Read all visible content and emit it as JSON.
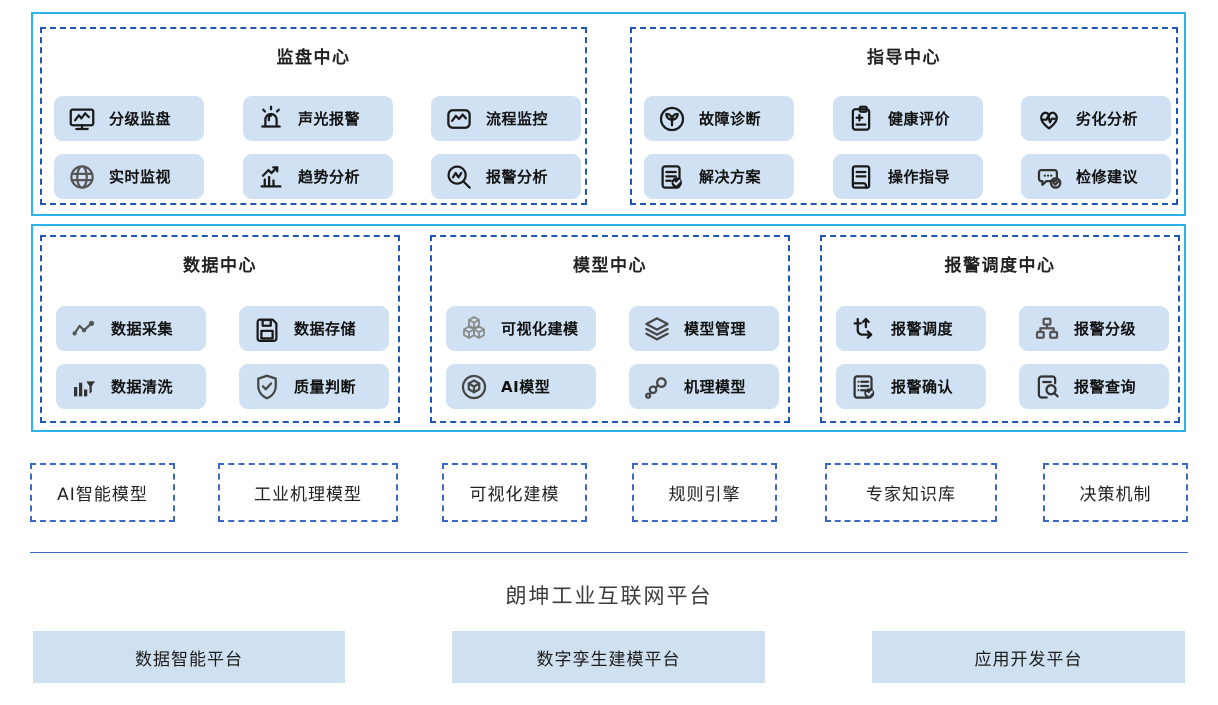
{
  "colors": {
    "container_border": "#2ab5e6",
    "dashed_border": "#1f57b5",
    "chip_bg": "#cfe1f2",
    "bar_bg": "#cfe0f0",
    "separator_line": "#3f6dc9"
  },
  "sections": {
    "monitoring": {
      "title": "监盘中心",
      "items": [
        {
          "label": "分级监盘",
          "icon": "monitor-chart-icon"
        },
        {
          "label": "声光报警",
          "icon": "siren-icon"
        },
        {
          "label": "流程监控",
          "icon": "process-chart-icon"
        },
        {
          "label": "实时监视",
          "icon": "globe-icon"
        },
        {
          "label": "趋势分析",
          "icon": "trend-chart-icon"
        },
        {
          "label": "报警分析",
          "icon": "magnifier-wave-icon"
        }
      ]
    },
    "guidance": {
      "title": "指导中心",
      "items": [
        {
          "label": "故障诊断",
          "icon": "seedling-circle-icon"
        },
        {
          "label": "健康评价",
          "icon": "clipboard-plus-icon"
        },
        {
          "label": "劣化分析",
          "icon": "heart-pulse-icon"
        },
        {
          "label": "解决方案",
          "icon": "document-check-icon"
        },
        {
          "label": "操作指导",
          "icon": "manual-book-icon"
        },
        {
          "label": "检修建议",
          "icon": "chat-check-icon"
        }
      ]
    },
    "data": {
      "title": "数据中心",
      "items": [
        {
          "label": "数据采集",
          "icon": "signal-wave-icon"
        },
        {
          "label": "数据存储",
          "icon": "floppy-disk-icon"
        },
        {
          "label": "数据清洗",
          "icon": "bars-funnel-icon"
        },
        {
          "label": "质量判断",
          "icon": "shield-check-icon"
        }
      ]
    },
    "model": {
      "title": "模型中心",
      "items": [
        {
          "label": "可视化建模",
          "icon": "cubes-icon"
        },
        {
          "label": "模型管理",
          "icon": "layers-icon"
        },
        {
          "label": "AI模型",
          "icon": "cube-circle-icon"
        },
        {
          "label": "机理模型",
          "icon": "molecule-icon"
        }
      ]
    },
    "alarm": {
      "title": "报警调度中心",
      "items": [
        {
          "label": "报警调度",
          "icon": "route-arrows-icon"
        },
        {
          "label": "报警分级",
          "icon": "hierarchy-icon"
        },
        {
          "label": "报警确认",
          "icon": "list-check-icon"
        },
        {
          "label": "报警查询",
          "icon": "doc-search-icon"
        }
      ]
    }
  },
  "capabilities": [
    "AI智能模型",
    "工业机理模型",
    "可视化建模",
    "规则引擎",
    "专家知识库",
    "决策机制"
  ],
  "platform": {
    "title": "朗坤工业互联网平台",
    "sub_platforms": [
      "数据智能平台",
      "数字孪生建模平台",
      "应用开发平台"
    ]
  }
}
